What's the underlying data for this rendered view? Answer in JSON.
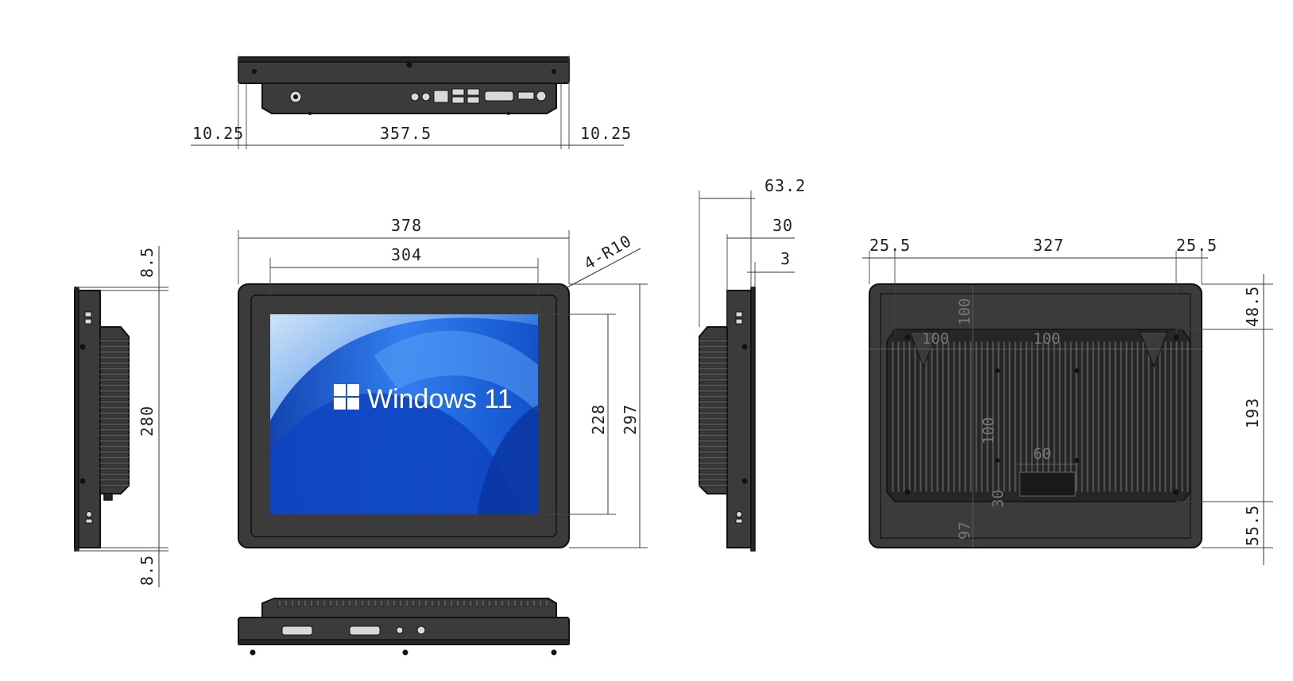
{
  "colors": {
    "body": "#3b3b3b",
    "outline": "#111111",
    "screen_blue": "#1f66e0",
    "dimension_text": "#222222"
  },
  "screen": {
    "logo_text": "Windows 11",
    "logo_icon": "windows-logo-icon"
  },
  "dimensions": {
    "top_left_margin": "10.25",
    "top_width": "357.5",
    "top_right_margin": "10.25",
    "front_overall_width": "378",
    "front_screen_width": "304",
    "corner_radius": "4-R10",
    "front_screen_height": "228",
    "front_overall_height": "297",
    "left_top_margin": "8.5",
    "left_height": "280",
    "left_bottom_margin": "8.5",
    "side_total_depth": "63.2",
    "side_depth_30": "30",
    "side_depth_3": "3",
    "back_left_margin": "25.5",
    "back_mount_width": "327",
    "back_right_margin": "25.5",
    "back_top_offset": "48.5",
    "back_mount_height": "193",
    "back_bottom_offset": "55.5",
    "back_vesa_100_a": "100",
    "back_vesa_100_b": "100",
    "back_vesa_100_c": "100",
    "back_vesa_100_d": "100",
    "back_vesa_60": "60",
    "back_vesa_30": "30",
    "back_vesa_97": "97"
  }
}
